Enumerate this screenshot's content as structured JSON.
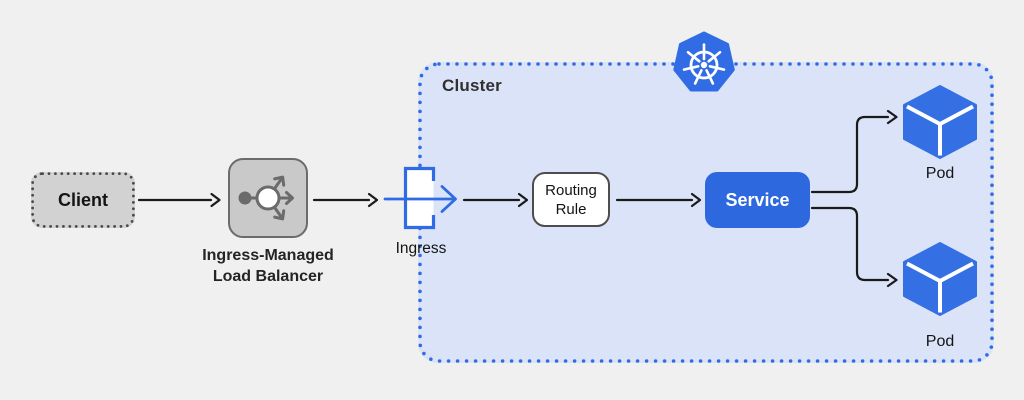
{
  "colors": {
    "background": "#f0f0f0",
    "cluster_fill": "#dbe3f8",
    "accent_blue": "#2e6be4",
    "kubernetes_blue": "#326ce5",
    "service_blue": "#2d68df",
    "pod_blue": "#3470e4",
    "neutral_gray_fill": "#d2d2d2",
    "arrow_black": "#1a1a1a"
  },
  "cluster": {
    "label": "Cluster"
  },
  "nodes": {
    "client": {
      "label": "Client"
    },
    "load_balancer": {
      "lines": [
        "Ingress-Managed",
        "Load Balancer"
      ]
    },
    "ingress": {
      "label": "Ingress"
    },
    "routing_rule": {
      "lines": [
        "Routing",
        "Rule"
      ]
    },
    "service": {
      "label": "Service"
    },
    "pods": [
      {
        "label": "Pod"
      },
      {
        "label": "Pod"
      }
    ]
  },
  "icons": {
    "kubernetes": "kubernetes-wheel-icon",
    "load_balancer": "load-balancer-icon",
    "ingress": "ingress-gateway-icon",
    "pod": "cube-icon"
  }
}
